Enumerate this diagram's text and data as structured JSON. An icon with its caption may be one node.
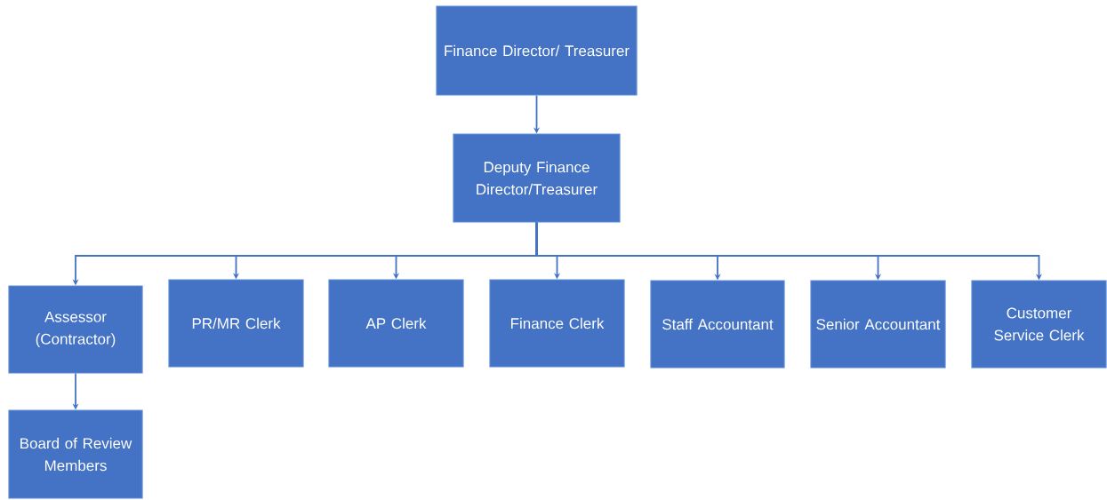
{
  "diagram": {
    "nodes": [
      {
        "text": [
          "Finance Director/ Treasurer"
        ]
      },
      {
        "text": [
          "Deputy Finance Director/Treasurer"
        ]
      },
      {
        "text": [
          "Assessor (Contractor)"
        ]
      },
      {
        "text": [
          "PR/MR Clerk"
        ]
      },
      {
        "text": [
          "AP Clerk"
        ]
      },
      {
        "text": [
          "Finance Clerk"
        ]
      },
      {
        "text": [
          "Staff Accountant"
        ]
      },
      {
        "text": [
          "Senior Accountant"
        ]
      },
      {
        "text": [
          "Customer Service Clerk"
        ]
      },
      {
        "text": [
          "Board of Review Members"
        ]
      }
    ],
    "edges": [
      {
        "from": 0,
        "to": 1,
        "arrow": "to"
      },
      {
        "from": 1,
        "to": 2,
        "arrow": "to"
      },
      {
        "from": 1,
        "to": 3,
        "arrow": "to"
      },
      {
        "from": 1,
        "to": 4,
        "arrow": "to"
      },
      {
        "from": 1,
        "to": 5,
        "arrow": "to"
      },
      {
        "from": 1,
        "to": 6,
        "arrow": "to"
      },
      {
        "from": 1,
        "to": 7,
        "arrow": "to"
      },
      {
        "from": 1,
        "to": 8,
        "arrow": "to"
      },
      {
        "from": 2,
        "to": 9,
        "arrow": "to"
      }
    ]
  }
}
